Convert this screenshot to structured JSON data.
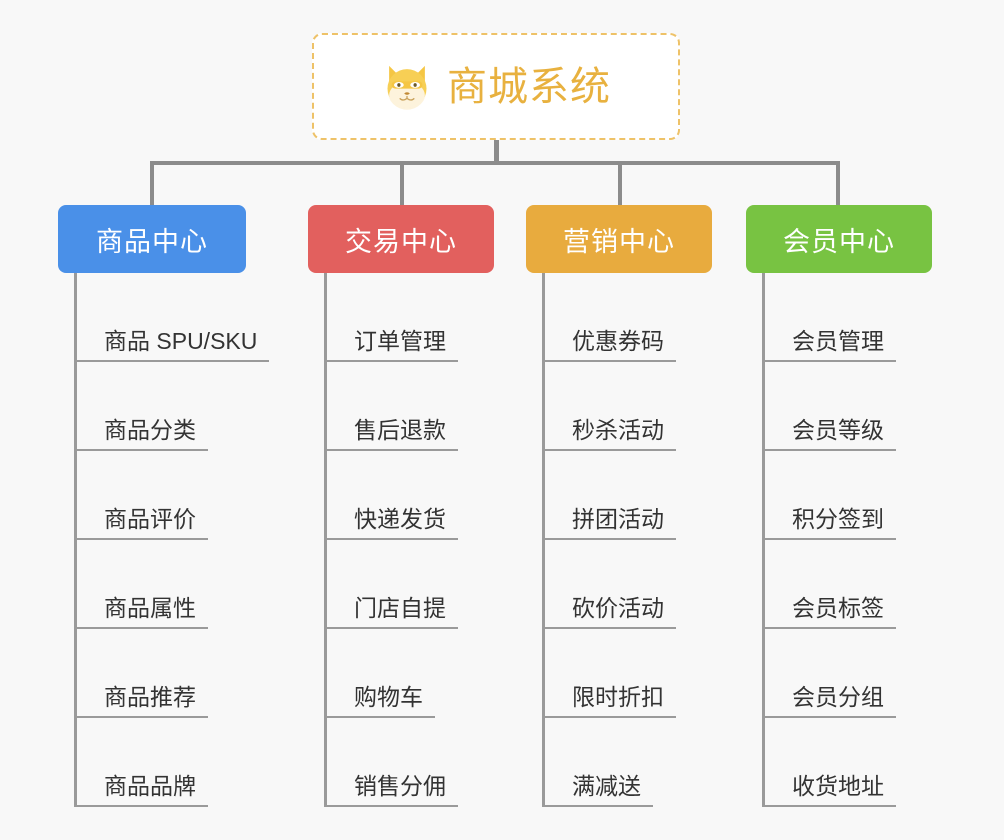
{
  "diagram": {
    "title": "商城系统",
    "root_icon": "shiba-dog-icon",
    "background_color": "#f8f8f8",
    "root_border_color": "#eec268",
    "root_title_color": "#e8b13f",
    "connector_color": "#8c8c8c",
    "categories": [
      {
        "label": "商品中心",
        "color": "#4a90e8",
        "items": [
          "商品 SPU/SKU",
          "商品分类",
          "商品评价",
          "商品属性",
          "商品推荐",
          "商品品牌"
        ]
      },
      {
        "label": "交易中心",
        "color": "#e2605e",
        "items": [
          "订单管理",
          "售后退款",
          "快递发货",
          "门店自提",
          "购物车",
          "销售分佣"
        ]
      },
      {
        "label": "营销中心",
        "color": "#e8ab3e",
        "items": [
          "优惠券码",
          "秒杀活动",
          "拼团活动",
          "砍价活动",
          "限时折扣",
          "满减送"
        ]
      },
      {
        "label": "会员中心",
        "color": "#78c councils"
      }
    ]
  }
}
